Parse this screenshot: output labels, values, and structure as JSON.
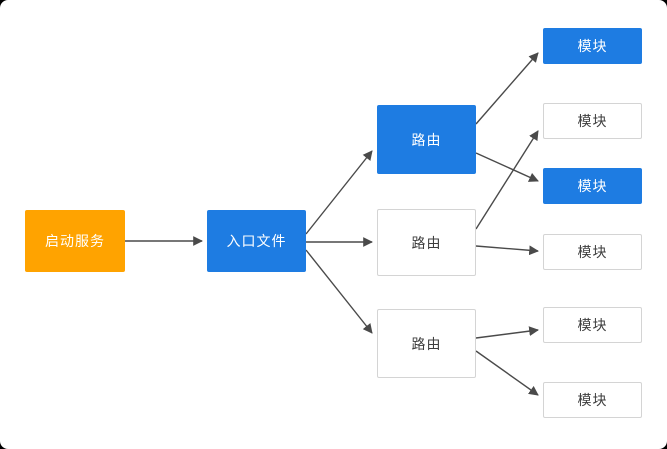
{
  "diagram": {
    "nodes": [
      {
        "id": "start-service",
        "label": "启动服务",
        "fill": "orange"
      },
      {
        "id": "entry-file",
        "label": "入口文件",
        "fill": "blue"
      },
      {
        "id": "route-1",
        "label": "路由",
        "fill": "blue"
      },
      {
        "id": "route-2",
        "label": "路由",
        "fill": "white"
      },
      {
        "id": "route-3",
        "label": "路由",
        "fill": "white"
      },
      {
        "id": "module-1",
        "label": "模块",
        "fill": "blue"
      },
      {
        "id": "module-2",
        "label": "模块",
        "fill": "white"
      },
      {
        "id": "module-3",
        "label": "模块",
        "fill": "blue"
      },
      {
        "id": "module-4",
        "label": "模块",
        "fill": "white"
      },
      {
        "id": "module-5",
        "label": "模块",
        "fill": "white"
      },
      {
        "id": "module-6",
        "label": "模块",
        "fill": "white"
      }
    ],
    "edges": [
      {
        "from": "start-service",
        "to": "entry-file"
      },
      {
        "from": "entry-file",
        "to": "route-1"
      },
      {
        "from": "entry-file",
        "to": "route-2"
      },
      {
        "from": "entry-file",
        "to": "route-3"
      },
      {
        "from": "route-1",
        "to": "module-1"
      },
      {
        "from": "route-1",
        "to": "module-3"
      },
      {
        "from": "route-2",
        "to": "module-2"
      },
      {
        "from": "route-2",
        "to": "module-4"
      },
      {
        "from": "route-3",
        "to": "module-5"
      },
      {
        "from": "route-3",
        "to": "module-6"
      }
    ],
    "colors": {
      "orange": "#FFA300",
      "blue": "#1E7CE2",
      "node_border": "#D4D4D4",
      "arrow": "#4A4A4A",
      "text_on_color": "#FFFFFF",
      "text_dark": "#3D3D3D",
      "background": "#FFFFFF"
    }
  }
}
